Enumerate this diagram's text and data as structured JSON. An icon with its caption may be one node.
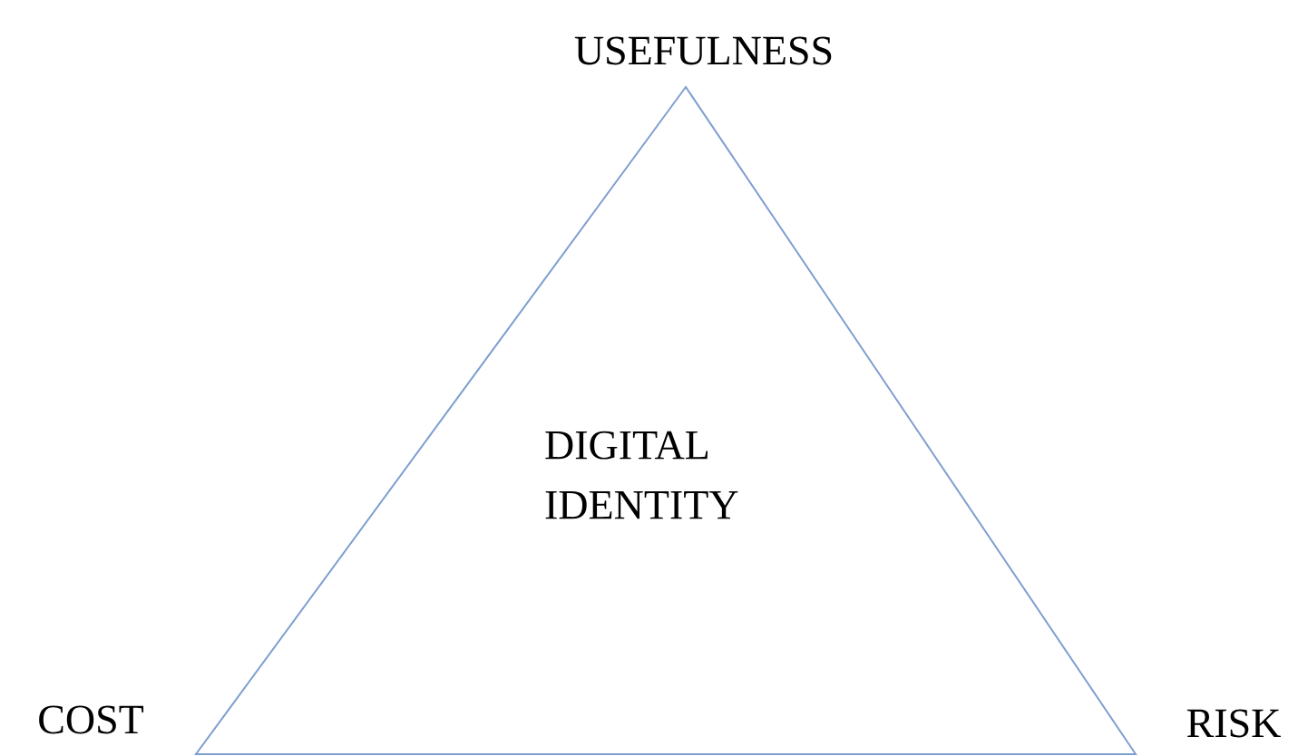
{
  "diagram": {
    "nodes": [
      {
        "text": [
          "DIGITAL IDENTITY"
        ]
      }
    ],
    "edges": [],
    "labels": [
      "USEFULNESS",
      "COST",
      "RISK"
    ]
  }
}
